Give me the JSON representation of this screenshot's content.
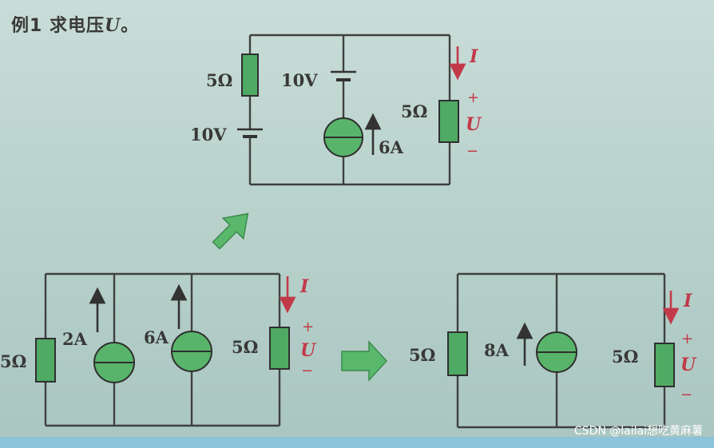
{
  "title": {
    "prefix": "例1  求电压",
    "var": "U",
    "suffix": "。"
  },
  "circuit1": {
    "r_left": "5Ω",
    "v_left": "10V",
    "v_mid": "10V",
    "i_src": "6A",
    "r_right": "5Ω",
    "current": "I",
    "plus": "+",
    "voltage": "U",
    "minus": "−"
  },
  "circuit2": {
    "r_left": "5Ω",
    "i_src1": "2A",
    "i_src2": "6A",
    "r_right": "5Ω",
    "current": "I",
    "plus": "+",
    "voltage": "U",
    "minus": "−"
  },
  "circuit3": {
    "r_left": "5Ω",
    "i_src": "8A",
    "r_right": "5Ω",
    "current": "I",
    "plus": "+",
    "voltage": "U",
    "minus": "−"
  },
  "watermark": "CSDN @lailai想吃黄麻薯"
}
